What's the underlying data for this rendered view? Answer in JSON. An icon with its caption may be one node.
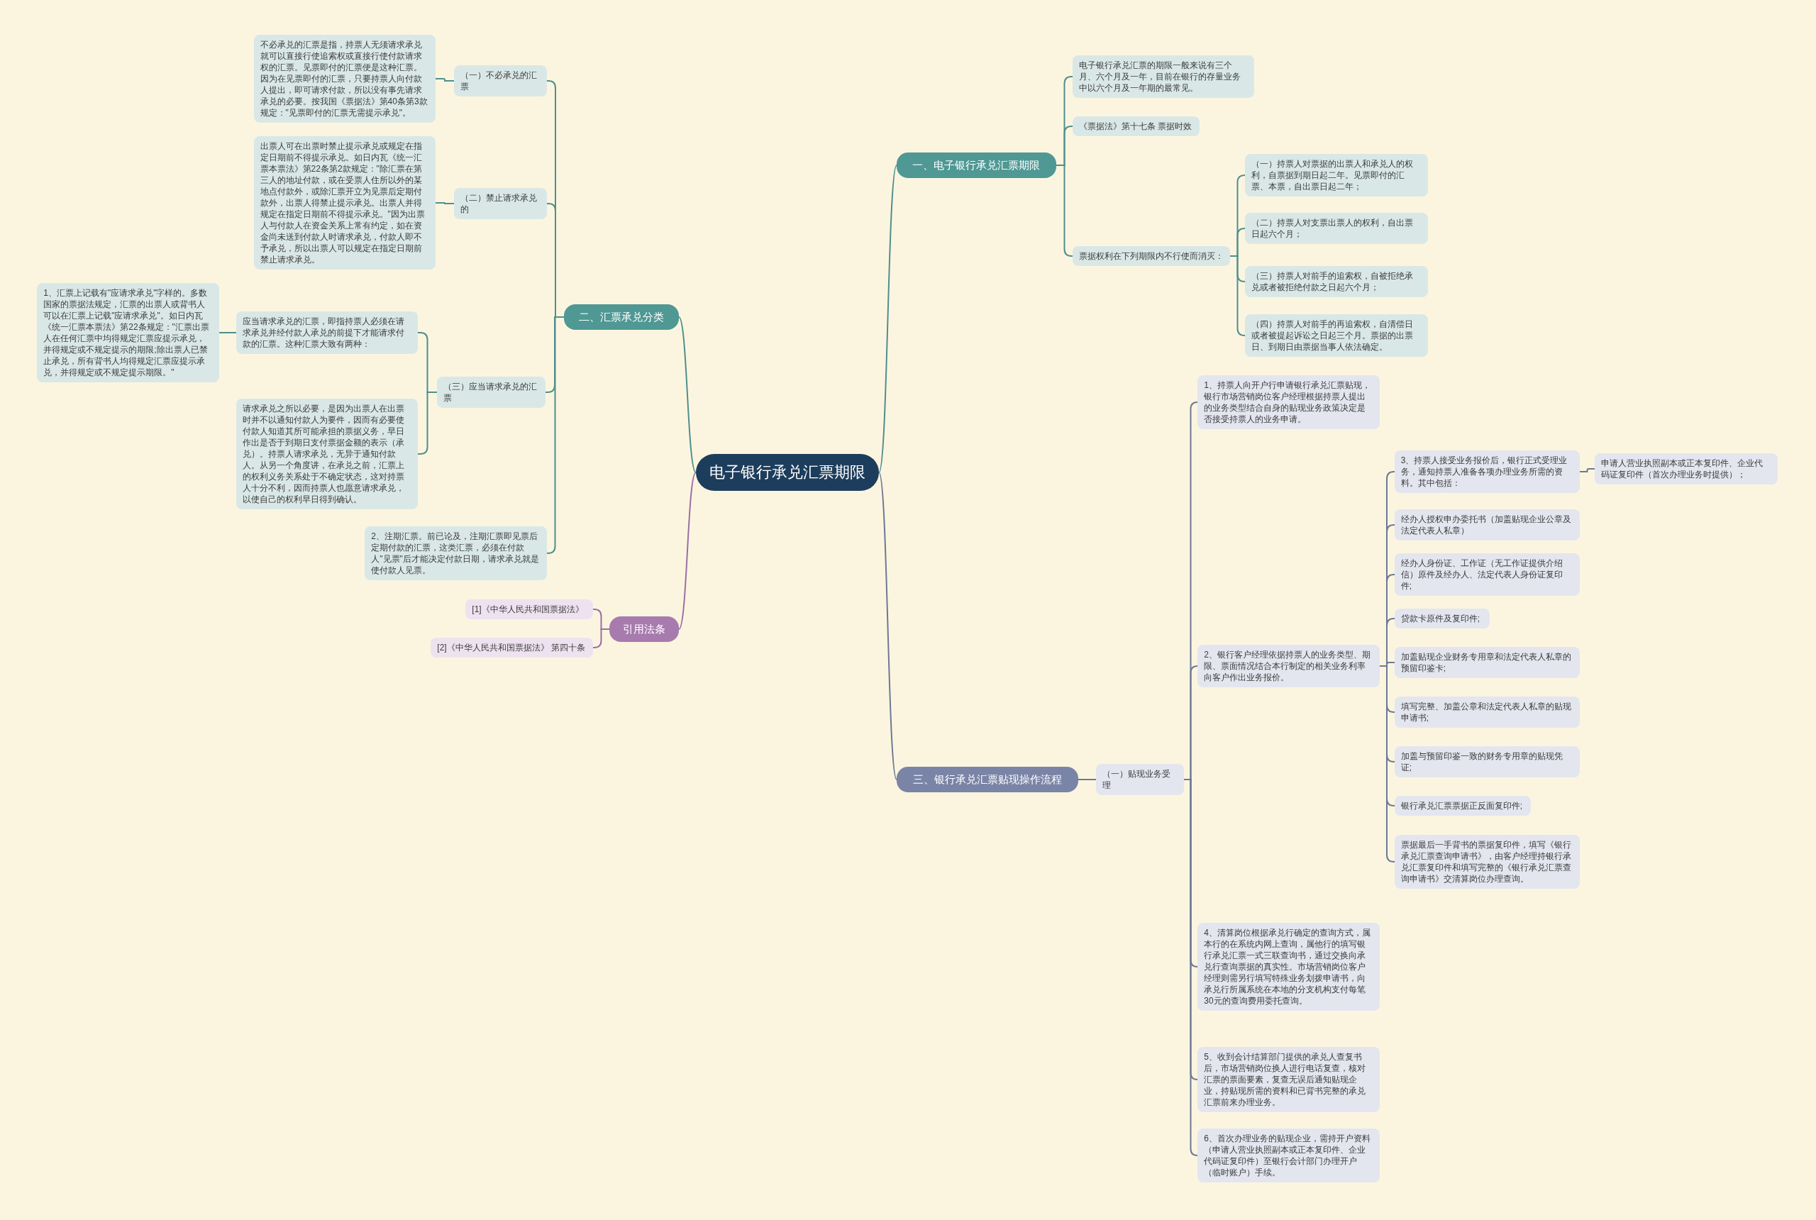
{
  "diagram": {
    "nodes": [
      {
        "text": [
          "电子银行承兑汇票期限"
        ]
      },
      {
        "text": [
          "一、电子银行承兑汇票期限"
        ]
      },
      {
        "text": [
          "电子银行承兑汇票的期限一般来说有三个月、六个月及一年，目前在银行的存量业务中以六个月及一年期的最常见。"
        ]
      },
      {
        "text": [
          "《票据法》第十七条 票据时效"
        ]
      },
      {
        "text": [
          "票据权利在下列期限内不行使而消灭："
        ]
      },
      {
        "text": [
          "（一）持票人对票据的出票人和承兑人的权利，自票据到期日起二年。见票即付的汇票、本票，自出票日起二年；"
        ]
      },
      {
        "text": [
          "（二）持票人对支票出票人的权利，自出票日起六个月；"
        ]
      },
      {
        "text": [
          "（三）持票人对前手的追索权，自被拒绝承兑或者被拒绝付款之日起六个月；"
        ]
      },
      {
        "text": [
          "（四）持票人对前手的再追索权，自清偿日或者被提起诉讼之日起三个月。票据的出票日、到期日由票据当事人依法确定。"
        ]
      },
      {
        "text": [
          "二、汇票承兑分类"
        ]
      },
      {
        "text": [
          "（一）不必承兑的汇票"
        ]
      },
      {
        "text": [
          "不必承兑的汇票是指，持票人无须请求承兑就可以直接行使追索权或直接行使付款请求权的汇票。见票即付的汇票便是这种汇票。因为在见票即付的汇票，只要持票人向付款人提出，即可请求付款，所以没有事先请求承兑的必要。按我国《票据法》第40条第3款规定：\"见票即付的汇票无需提示承兑\"。"
        ]
      },
      {
        "text": [
          "（二）禁止请求承兑的"
        ]
      },
      {
        "text": [
          "出票人可在出票时禁止提示承兑或规定在指定日期前不得提示承兑。如日内瓦《统一汇票本票法》第22条第2款规定：\"除汇票在第三人的地址付款，或在受票人住所以外的某地点付款外，或除汇票开立为见票后定期付款外，出票人得禁止提示承兑。出票人并得规定在指定日期前不得提示承兑。\"因为出票人与付款人在资金关系上常有约定，如在资金尚未送到付款人时请求承兑，付款人即不予承兑，所以出票人可以规定在指定日期前禁止请求承兑。"
        ]
      },
      {
        "text": [
          "（三）应当请求承兑的汇票"
        ]
      },
      {
        "text": [
          "应当请求承兑的汇票，即指持票人必须在请求承兑并经付款人承兑的前提下才能请求付款的汇票。这种汇票大致有两种："
        ]
      },
      {
        "text": [
          "1、汇票上记载有\"应请求承兑\"字样的。多数国家的票据法规定，汇票的出票人或背书人可以在汇票上记载\"应请求承兑\"。如日内瓦《统一汇票本票法》第22条规定：\"汇票出票人在任何汇票中均得规定汇票应提示承兑，并得规定或不规定提示的期限;除出票人已禁止承兑，所有背书人均得规定汇票应提示承兑，并得规定或不规定提示期限。\""
        ]
      },
      {
        "text": [
          "请求承兑之所以必要，是因为出票人在出票时并不以通知付款人为要件，因而有必要使付款人知道其所可能承担的票据义务，早日作出是否于到期日支付票据金额的表示（承兑）。持票人请求承兑，无异于通知付款人。从另一个角度讲，在承兑之前，汇票上的权利义务关系处于不确定状态，这对持票人十分不利，因而持票人也愿意请求承兑，以使自己的权利早日得到确认。"
        ]
      },
      {
        "text": [
          "2、注期汇票。前已论及，注期汇票即见票后定期付款的汇票，这类汇票，必须在付款人\"见票\"后才能决定付款日期，请求承兑就是使付款人见票。"
        ]
      },
      {
        "text": [
          "引用法条"
        ]
      },
      {
        "text": [
          "[1]《中华人民共和国票据法》"
        ]
      },
      {
        "text": [
          "[2]《中华人民共和国票据法》 第四十条"
        ]
      },
      {
        "text": [
          "三、银行承兑汇票贴现操作流程"
        ]
      },
      {
        "text": [
          "（一）贴现业务受理"
        ]
      },
      {
        "text": [
          "1、持票人向开户行申请银行承兑汇票贴现，银行市场营销岗位客户经理根据持票人提出的业务类型结合自身的贴现业务政策决定是否接受持票人的业务申请。"
        ]
      },
      {
        "text": [
          "2、银行客户经理依据持票人的业务类型、期限、票面情况结合本行制定的相关业务利率向客户作出业务报价。"
        ]
      },
      {
        "text": [
          "3、持票人接受业务报价后，银行正式受理业务，通知持票人准备各项办理业务所需的资料。其中包括："
        ]
      },
      {
        "text": [
          "申请人营业执照副本或正本复印件、企业代码证复印件（首次办理业务时提供）；"
        ]
      },
      {
        "text": [
          "经办人授权申办委托书（加盖贴现企业公章及法定代表人私章）"
        ]
      },
      {
        "text": [
          "经办人身份证、工作证（无工作证提供介绍信）原件及经办人、法定代表人身份证复印件;"
        ]
      },
      {
        "text": [
          "贷款卡原件及复印件;"
        ]
      },
      {
        "text": [
          "加盖贴现企业财务专用章和法定代表人私章的预留印鉴卡;"
        ]
      },
      {
        "text": [
          "填写完整、加盖公章和法定代表人私章的贴现申请书;"
        ]
      },
      {
        "text": [
          "加盖与预留印鉴一致的财务专用章的贴现凭证;"
        ]
      },
      {
        "text": [
          "银行承兑汇票票据正反面复印件;"
        ]
      },
      {
        "text": [
          "票据最后一手背书的票据复印件，填写《银行承兑汇票查询申请书》，由客户经理持银行承兑汇票复印件和填写完整的《银行承兑汇票查询申请书》交清算岗位办理查询。"
        ]
      },
      {
        "text": [
          "4、清算岗位根据承兑行确定的查询方式，属本行的在系统内网上查询，属他行的填写银行承兑汇票一式三联查询书，通过交换向承兑行查询票据的真实性。市场营销岗位客户经理则需另行填写特殊业务划拨申请书，向承兑行所属系统在本地的分支机构支付每笔30元的查询费用委托查询。"
        ]
      },
      {
        "text": [
          "5、收到会计结算部门提供的承兑人查复书后，市场营销岗位换人进行电话复查，核对汇票的票面要素，复查无误后通知贴现企业，持贴现所需的资料和已背书完整的承兑汇票前来办理业务。"
        ]
      },
      {
        "text": [
          "6、首次办理业务的贴现企业，需持开户资料（申请人营业执照副本或正本复印件、企业代码证复印件）至银行会计部门办理开户（临时账户）手续。"
        ]
      }
    ],
    "edges": [
      {
        "from": 0,
        "to": 1,
        "arrow": "none",
        "color": "#4f8f8c"
      },
      {
        "from": 0,
        "to": 9,
        "arrow": "none",
        "color": "#4f8f8c"
      },
      {
        "from": 0,
        "to": 19,
        "arrow": "none",
        "color": "#9b6fa3"
      },
      {
        "from": 0,
        "to": 22,
        "arrow": "none"
      },
      {
        "from": 1,
        "to": 2,
        "arrow": "none",
        "color": "#4f8f8c"
      },
      {
        "from": 1,
        "to": 3,
        "arrow": "none",
        "color": "#4f8f8c"
      },
      {
        "from": 1,
        "to": 4,
        "arrow": "none",
        "color": "#4f8f8c"
      },
      {
        "from": 4,
        "to": 5,
        "arrow": "none",
        "color": "#4f8f8c"
      },
      {
        "from": 4,
        "to": 6,
        "arrow": "none",
        "color": "#4f8f8c"
      },
      {
        "from": 4,
        "to": 7,
        "arrow": "none",
        "color": "#4f8f8c"
      },
      {
        "from": 4,
        "to": 8,
        "arrow": "none",
        "color": "#4f8f8c"
      },
      {
        "from": 9,
        "to": 10,
        "arrow": "none",
        "color": "#4f8f8c"
      },
      {
        "from": 10,
        "to": 11,
        "arrow": "none",
        "color": "#4f8f8c"
      },
      {
        "from": 9,
        "to": 12,
        "arrow": "none",
        "color": "#4f8f8c"
      },
      {
        "from": 12,
        "to": 13,
        "arrow": "none",
        "color": "#4f8f8c"
      },
      {
        "from": 9,
        "to": 14,
        "arrow": "none",
        "color": "#4f8f8c"
      },
      {
        "from": 14,
        "to": 15,
        "arrow": "none",
        "color": "#4f8f8c"
      },
      {
        "from": 15,
        "to": 16,
        "arrow": "none",
        "color": "#4f8f8c"
      },
      {
        "from": 14,
        "to": 17,
        "arrow": "none",
        "color": "#4f8f8c"
      },
      {
        "from": 9,
        "to": 18,
        "arrow": "none",
        "color": "#4f8f8c"
      },
      {
        "from": 19,
        "to": 20,
        "arrow": "none",
        "color": "#9b6fa3"
      },
      {
        "from": 19,
        "to": 21,
        "arrow": "none",
        "color": "#9b6fa3"
      },
      {
        "from": 22,
        "to": 23,
        "arrow": "none"
      },
      {
        "from": 23,
        "to": 24,
        "arrow": "none"
      },
      {
        "from": 23,
        "to": 25,
        "arrow": "none"
      },
      {
        "from": 25,
        "to": 26,
        "arrow": "none"
      },
      {
        "from": 26,
        "to": 27,
        "arrow": "none"
      },
      {
        "from": 25,
        "to": 28,
        "arrow": "none"
      },
      {
        "from": 25,
        "to": 29,
        "arrow": "none"
      },
      {
        "from": 25,
        "to": 30,
        "arrow": "none"
      },
      {
        "from": 25,
        "to": 31,
        "arrow": "none"
      },
      {
        "from": 25,
        "to": 32,
        "arrow": "none"
      },
      {
        "from": 25,
        "to": 33,
        "arrow": "none"
      },
      {
        "from": 25,
        "to": 34,
        "arrow": "none"
      },
      {
        "from": 25,
        "to": 35,
        "arrow": "none"
      },
      {
        "from": 23,
        "to": 36,
        "arrow": "none"
      },
      {
        "from": 23,
        "to": 37,
        "arrow": "none"
      },
      {
        "from": 23,
        "to": 38,
        "arrow": "none"
      }
    ]
  }
}
